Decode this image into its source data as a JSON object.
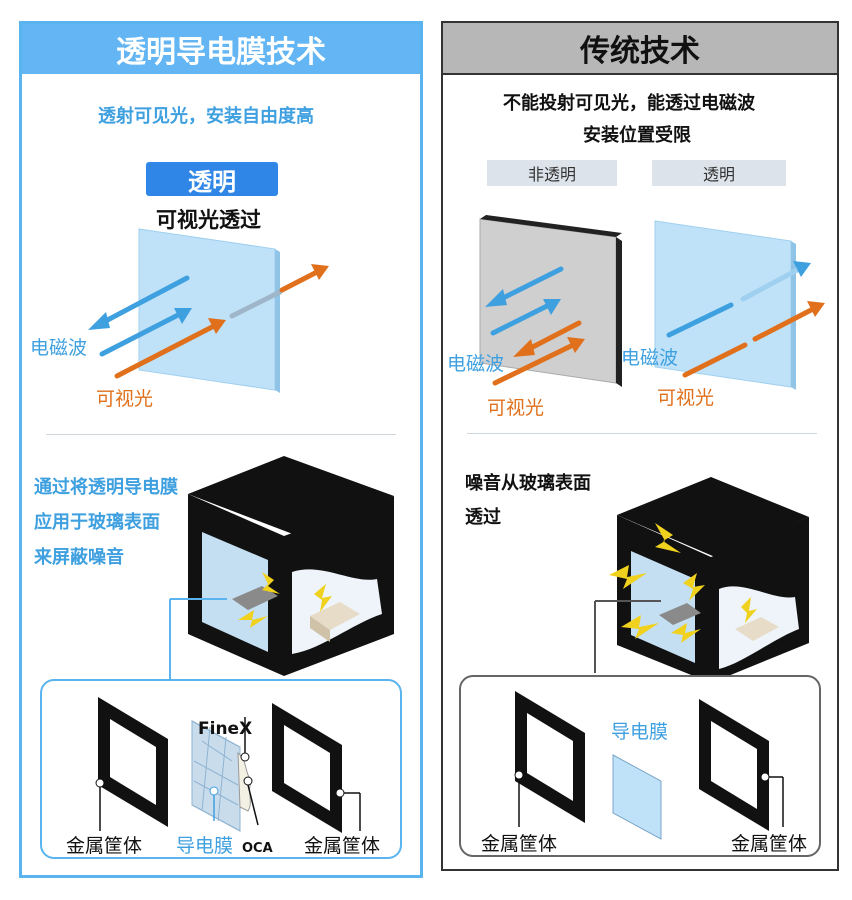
{
  "left": {
    "title": "透明导电膜技术",
    "subtitle": "透射可见光，安装自由度高",
    "badge": "透明",
    "badge_caption": "可视光透过",
    "em_label": "电磁波",
    "light_label": "可视光",
    "noise_text": [
      "通过将透明导电膜",
      "应用于玻璃表面",
      "来屏蔽噪音"
    ],
    "finex_label": "FineX",
    "film_label": "导电膜",
    "oca_label": "OCA",
    "housing_left": "金属筐体",
    "housing_right": "金属筐体"
  },
  "right": {
    "title": "传统技术",
    "subtitle_line1": "不能投射可见光，能透过电磁波",
    "subtitle_line2": "安装位置受限",
    "tag_opaque": "非透明",
    "tag_transparent": "透明",
    "em_label_1": "电磁波",
    "light_label_1": "可视光",
    "em_label_2": "电磁波",
    "light_label_2": "可视光",
    "noise_text": [
      "噪音从玻璃表面",
      "透过"
    ],
    "film_label": "导电膜",
    "housing_left": "金属筐体",
    "housing_right": "金属筐体"
  },
  "colors": {
    "accent_blue": "#63b6f3",
    "em_blue": "#3fa0e0",
    "light_orange": "#e0701c",
    "glass": "#bfe2f8",
    "gray_header": "#b7b7b7"
  }
}
